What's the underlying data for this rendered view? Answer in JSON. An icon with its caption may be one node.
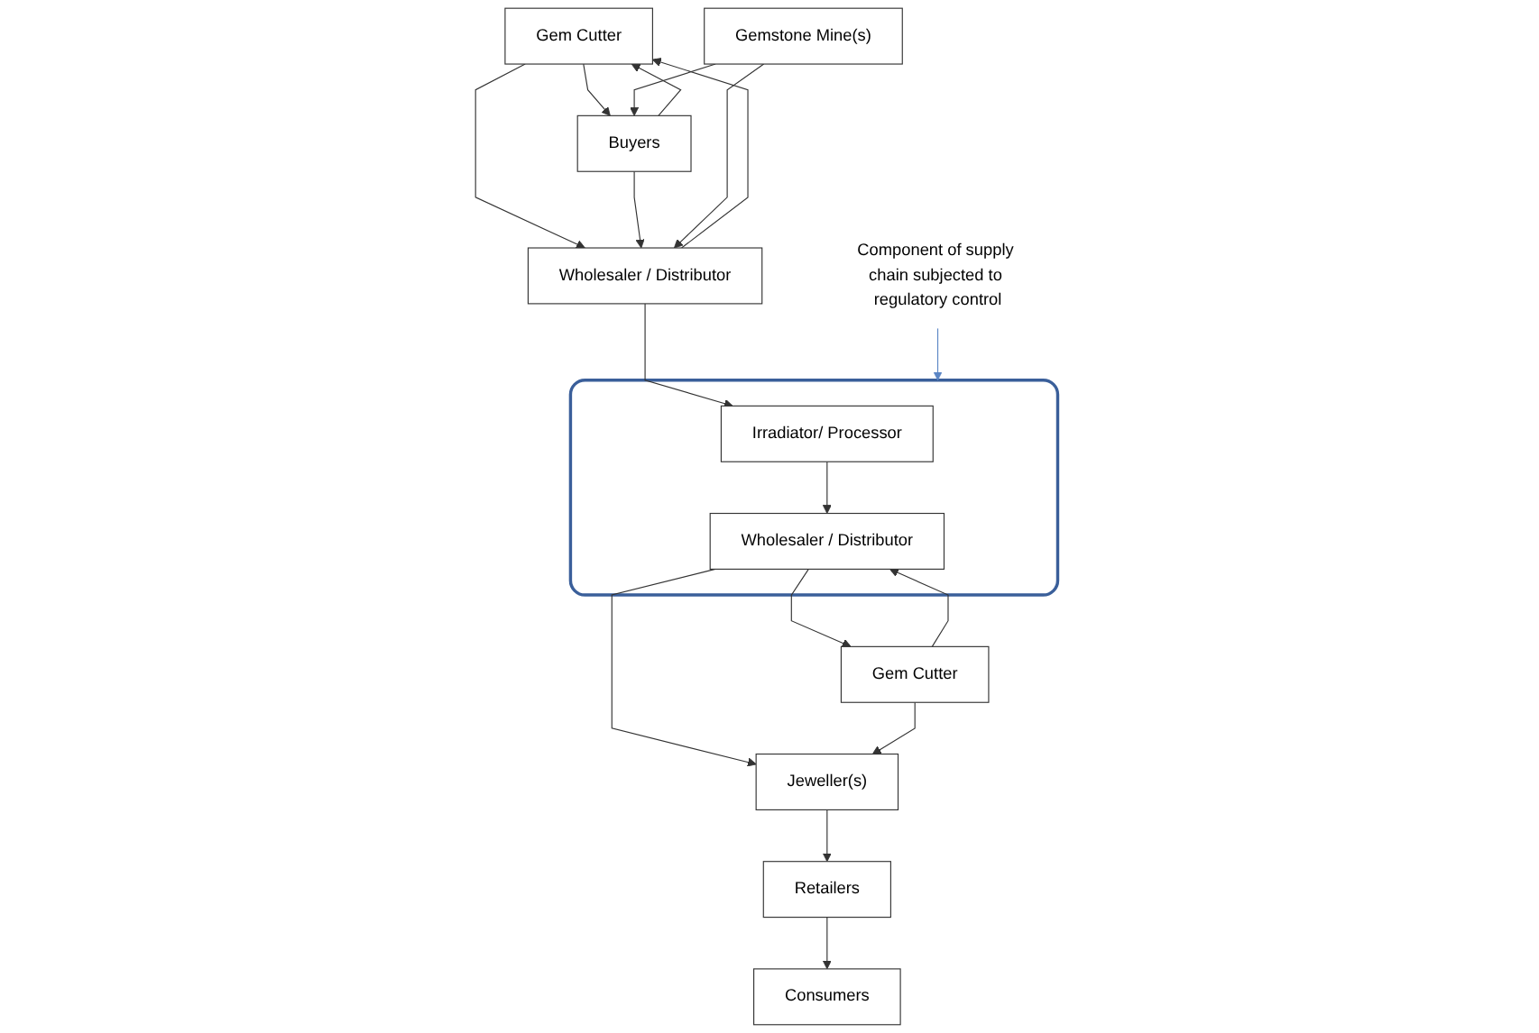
{
  "diagram": {
    "nodes": [
      {
        "text": [
          "Gem Cutter"
        ]
      },
      {
        "text": [
          "Wholesaler / Distributor"
        ]
      },
      {
        "text": [
          "Buyers"
        ]
      },
      {
        "text": [
          "Gemstone Mine(s)"
        ]
      },
      {
        "text": [
          "Component of supply chain subjected to regulatory control"
        ]
      },
      {
        "text": [],
        "shape": "box"
      },
      {
        "text": [
          "Irradiator/ Processor"
        ],
        "in": 5
      },
      {
        "text": [
          "Wholesaler / Distributor"
        ],
        "in": 5
      },
      {
        "text": [
          "Gem Cutter"
        ]
      },
      {
        "text": [
          "Jeweller(s)"
        ]
      },
      {
        "text": [
          "Retailers"
        ]
      },
      {
        "text": [
          "Consumers"
        ]
      }
    ],
    "edges": [
      {
        "from": 0,
        "to": 2,
        "arrow": "to"
      },
      {
        "from": 2,
        "to": 0,
        "arrow": "to"
      },
      {
        "from": 1,
        "to": 0,
        "arrow": "to"
      },
      {
        "from": 0,
        "to": 1,
        "arrow": "to"
      },
      {
        "from": 2,
        "to": 1,
        "arrow": "to"
      },
      {
        "from": 3,
        "to": 2,
        "arrow": "to"
      },
      {
        "from": 3,
        "to": 1,
        "arrow": "to"
      },
      {
        "from": 1,
        "to": 6,
        "arrow": "to"
      },
      {
        "from": 4,
        "to": 5,
        "arrow": "to",
        "color": "#5b86c5"
      },
      {
        "from": 6,
        "to": 7,
        "arrow": "to"
      },
      {
        "from": 7,
        "to": 8,
        "arrow": "to"
      },
      {
        "from": 8,
        "to": 7,
        "arrow": "to"
      },
      {
        "from": 7,
        "to": 9,
        "arrow": "to"
      },
      {
        "from": 8,
        "to": 9,
        "arrow": "to"
      },
      {
        "from": 9,
        "to": 10,
        "arrow": "to"
      },
      {
        "from": 10,
        "to": 11,
        "arrow": "to"
      }
    ]
  }
}
